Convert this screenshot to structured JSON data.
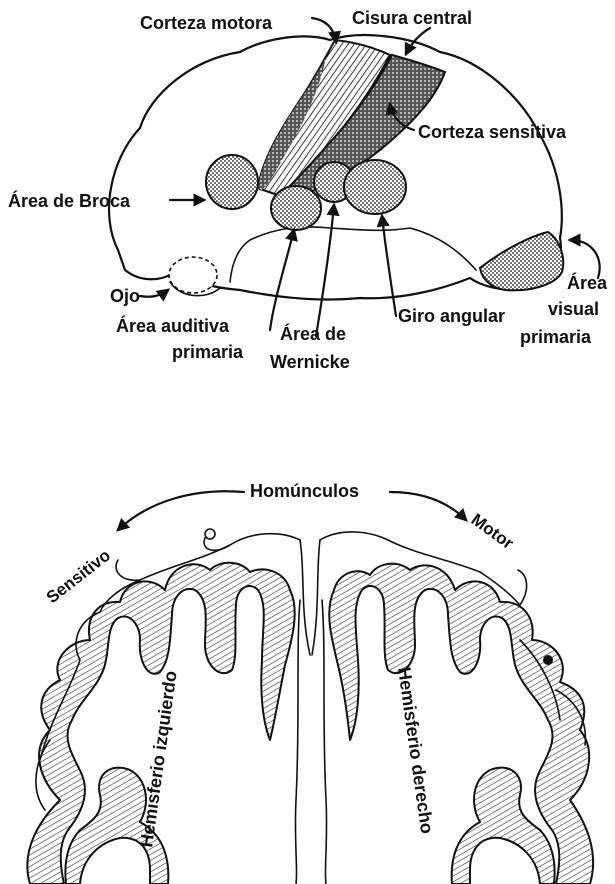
{
  "diagram": {
    "brain_labels": {
      "motor_cortex": "Corteza motora",
      "central_fissure": "Cisura central",
      "sensory_cortex": "Corteza sensitiva",
      "broca": "Área de Broca",
      "eye": "Ojo",
      "auditory_line1": "Área auditiva",
      "auditory_line2": "primaria",
      "wernicke_line1": "Área de",
      "wernicke_line2": "Wernicke",
      "angular_gyrus": "Giro angular",
      "visual_line1": "Área",
      "visual_line2": "visual",
      "visual_line3": "primaria"
    },
    "homunculus_labels": {
      "title": "Homúnculos",
      "sensory": "Sensitivo",
      "motor": "Motor",
      "left_hemisphere": "Hemisferio izquierdo",
      "right_hemisphere": "Hemisferio derecho"
    }
  }
}
